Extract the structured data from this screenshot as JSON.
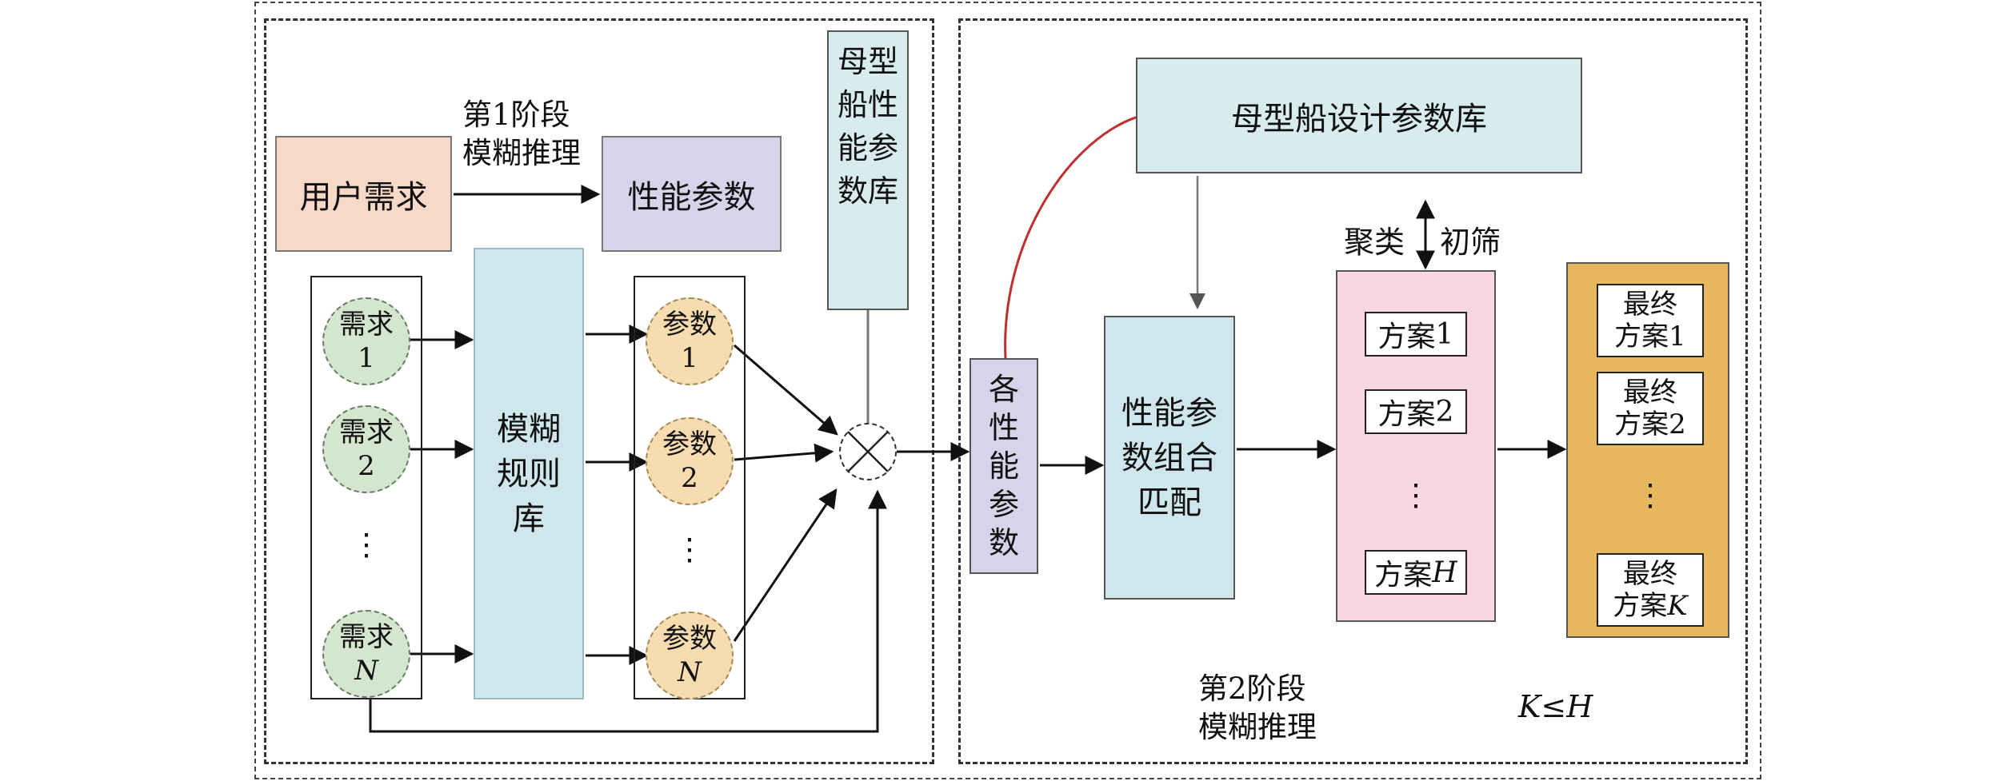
{
  "stage1": {
    "line1": "第1阶段",
    "line2": "模糊推理"
  },
  "stage2": {
    "line1": "第2阶段",
    "line2": "模糊推理"
  },
  "user_requirements": "用户需求",
  "performance_parameters": "性能参数",
  "mother_ship_performance_db": [
    "母型",
    "船性",
    "能参",
    "数库"
  ],
  "fuzzy_rule_base": [
    "模糊",
    "规则",
    "库"
  ],
  "requirements": [
    {
      "top": "需求",
      "bottom": "1"
    },
    {
      "top": "需求",
      "bottom": "2"
    },
    {
      "top": "需求",
      "bottom": "N"
    }
  ],
  "parameters": [
    {
      "top": "参数",
      "bottom": "1"
    },
    {
      "top": "参数",
      "bottom": "2"
    },
    {
      "top": "参数",
      "bottom": "N"
    }
  ],
  "ellipsis": "⋮",
  "each_performance_parameter": [
    "各",
    "性",
    "能",
    "参",
    "数"
  ],
  "mother_ship_design_db": "母型船设计参数库",
  "performance_combination_match": [
    "性能参",
    "数组合",
    "匹配"
  ],
  "clustering": "聚类",
  "preliminary_screening": "初筛",
  "plans": [
    {
      "prefix": "方案",
      "suffix": "1"
    },
    {
      "prefix": "方案",
      "suffix": "2"
    },
    {
      "prefix": "方案",
      "suffix": "H"
    }
  ],
  "final_plans": [
    {
      "line1": "最终",
      "prefix": "方案",
      "suffix": "1"
    },
    {
      "line1": "最终",
      "prefix": "方案",
      "suffix": "2"
    },
    {
      "line1": "最终",
      "prefix": "方案",
      "suffix": "K"
    }
  ],
  "constraint": "K≤H",
  "colors": {
    "user_requirements": "#f8d9c7",
    "performance_parameters": "#d7d4e9",
    "database": "#d8ecef",
    "rule_base": "#cfe6ec",
    "requirement_circle": "#d5e6cf",
    "parameter_circle": "#f6dcae",
    "plans_background": "#f8d7e0",
    "final_background": "#e6b75c",
    "highlight_curve": "#c0302e"
  }
}
